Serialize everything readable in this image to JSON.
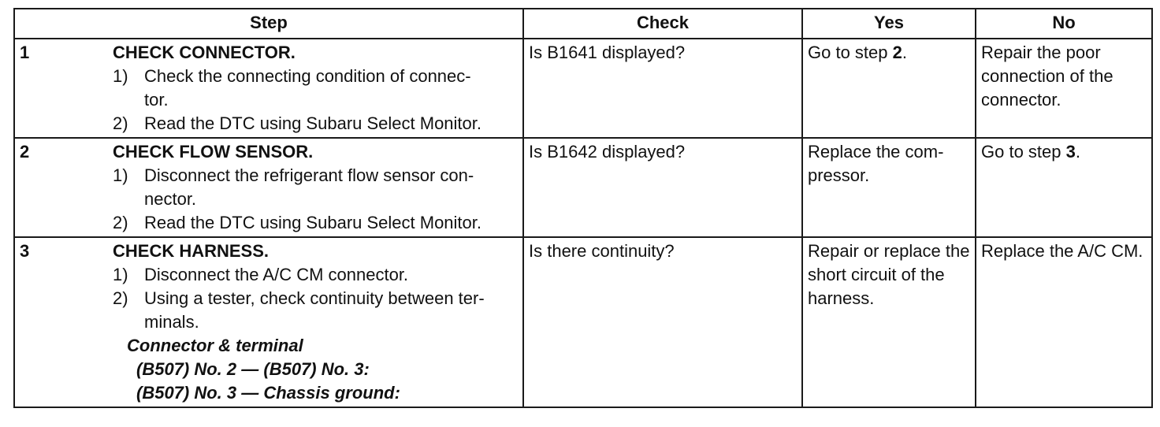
{
  "headers": {
    "step": "Step",
    "check": "Check",
    "yes": "Yes",
    "no": "No"
  },
  "rows": [
    {
      "num": "1",
      "title": "CHECK CONNECTOR.",
      "substeps": [
        {
          "num": "1)",
          "text": "Check the connecting condition of connec-­tor."
        },
        {
          "num": "2)",
          "text": "Read the DTC using Subaru Select Monitor."
        }
      ],
      "check": "Is B1641 displayed?",
      "yes_prefix": "Go to step ",
      "yes_ref": "2",
      "yes_suffix": ".",
      "no_text": "Repair the poor connection of the connector."
    },
    {
      "num": "2",
      "title": "CHECK FLOW SENSOR.",
      "substeps": [
        {
          "num": "1)",
          "text": "Disconnect the refrigerant flow sensor con-nector."
        },
        {
          "num": "2)",
          "text": "Read the DTC using Subaru Select Monitor."
        }
      ],
      "check": "Is B1642 displayed?",
      "yes_text": "Replace the com-pressor.",
      "no_prefix": "Go to step ",
      "no_ref": "3",
      "no_suffix": "."
    },
    {
      "num": "3",
      "title": "CHECK HARNESS.",
      "substeps": [
        {
          "num": "1)",
          "text": "Disconnect the A/C CM connector."
        },
        {
          "num": "2)",
          "text": "Using a tester, check continuity between ter-minals."
        }
      ],
      "spec_title": "Connector & terminal",
      "spec_lines": [
        "(B507) No. 2 — (B507) No. 3:",
        "(B507) No. 3 — Chassis ground:"
      ],
      "check": "Is there continuity?",
      "yes_text": "Repair or replace the short circuit of the harness.",
      "no_text": "Replace the A/C CM."
    }
  ]
}
